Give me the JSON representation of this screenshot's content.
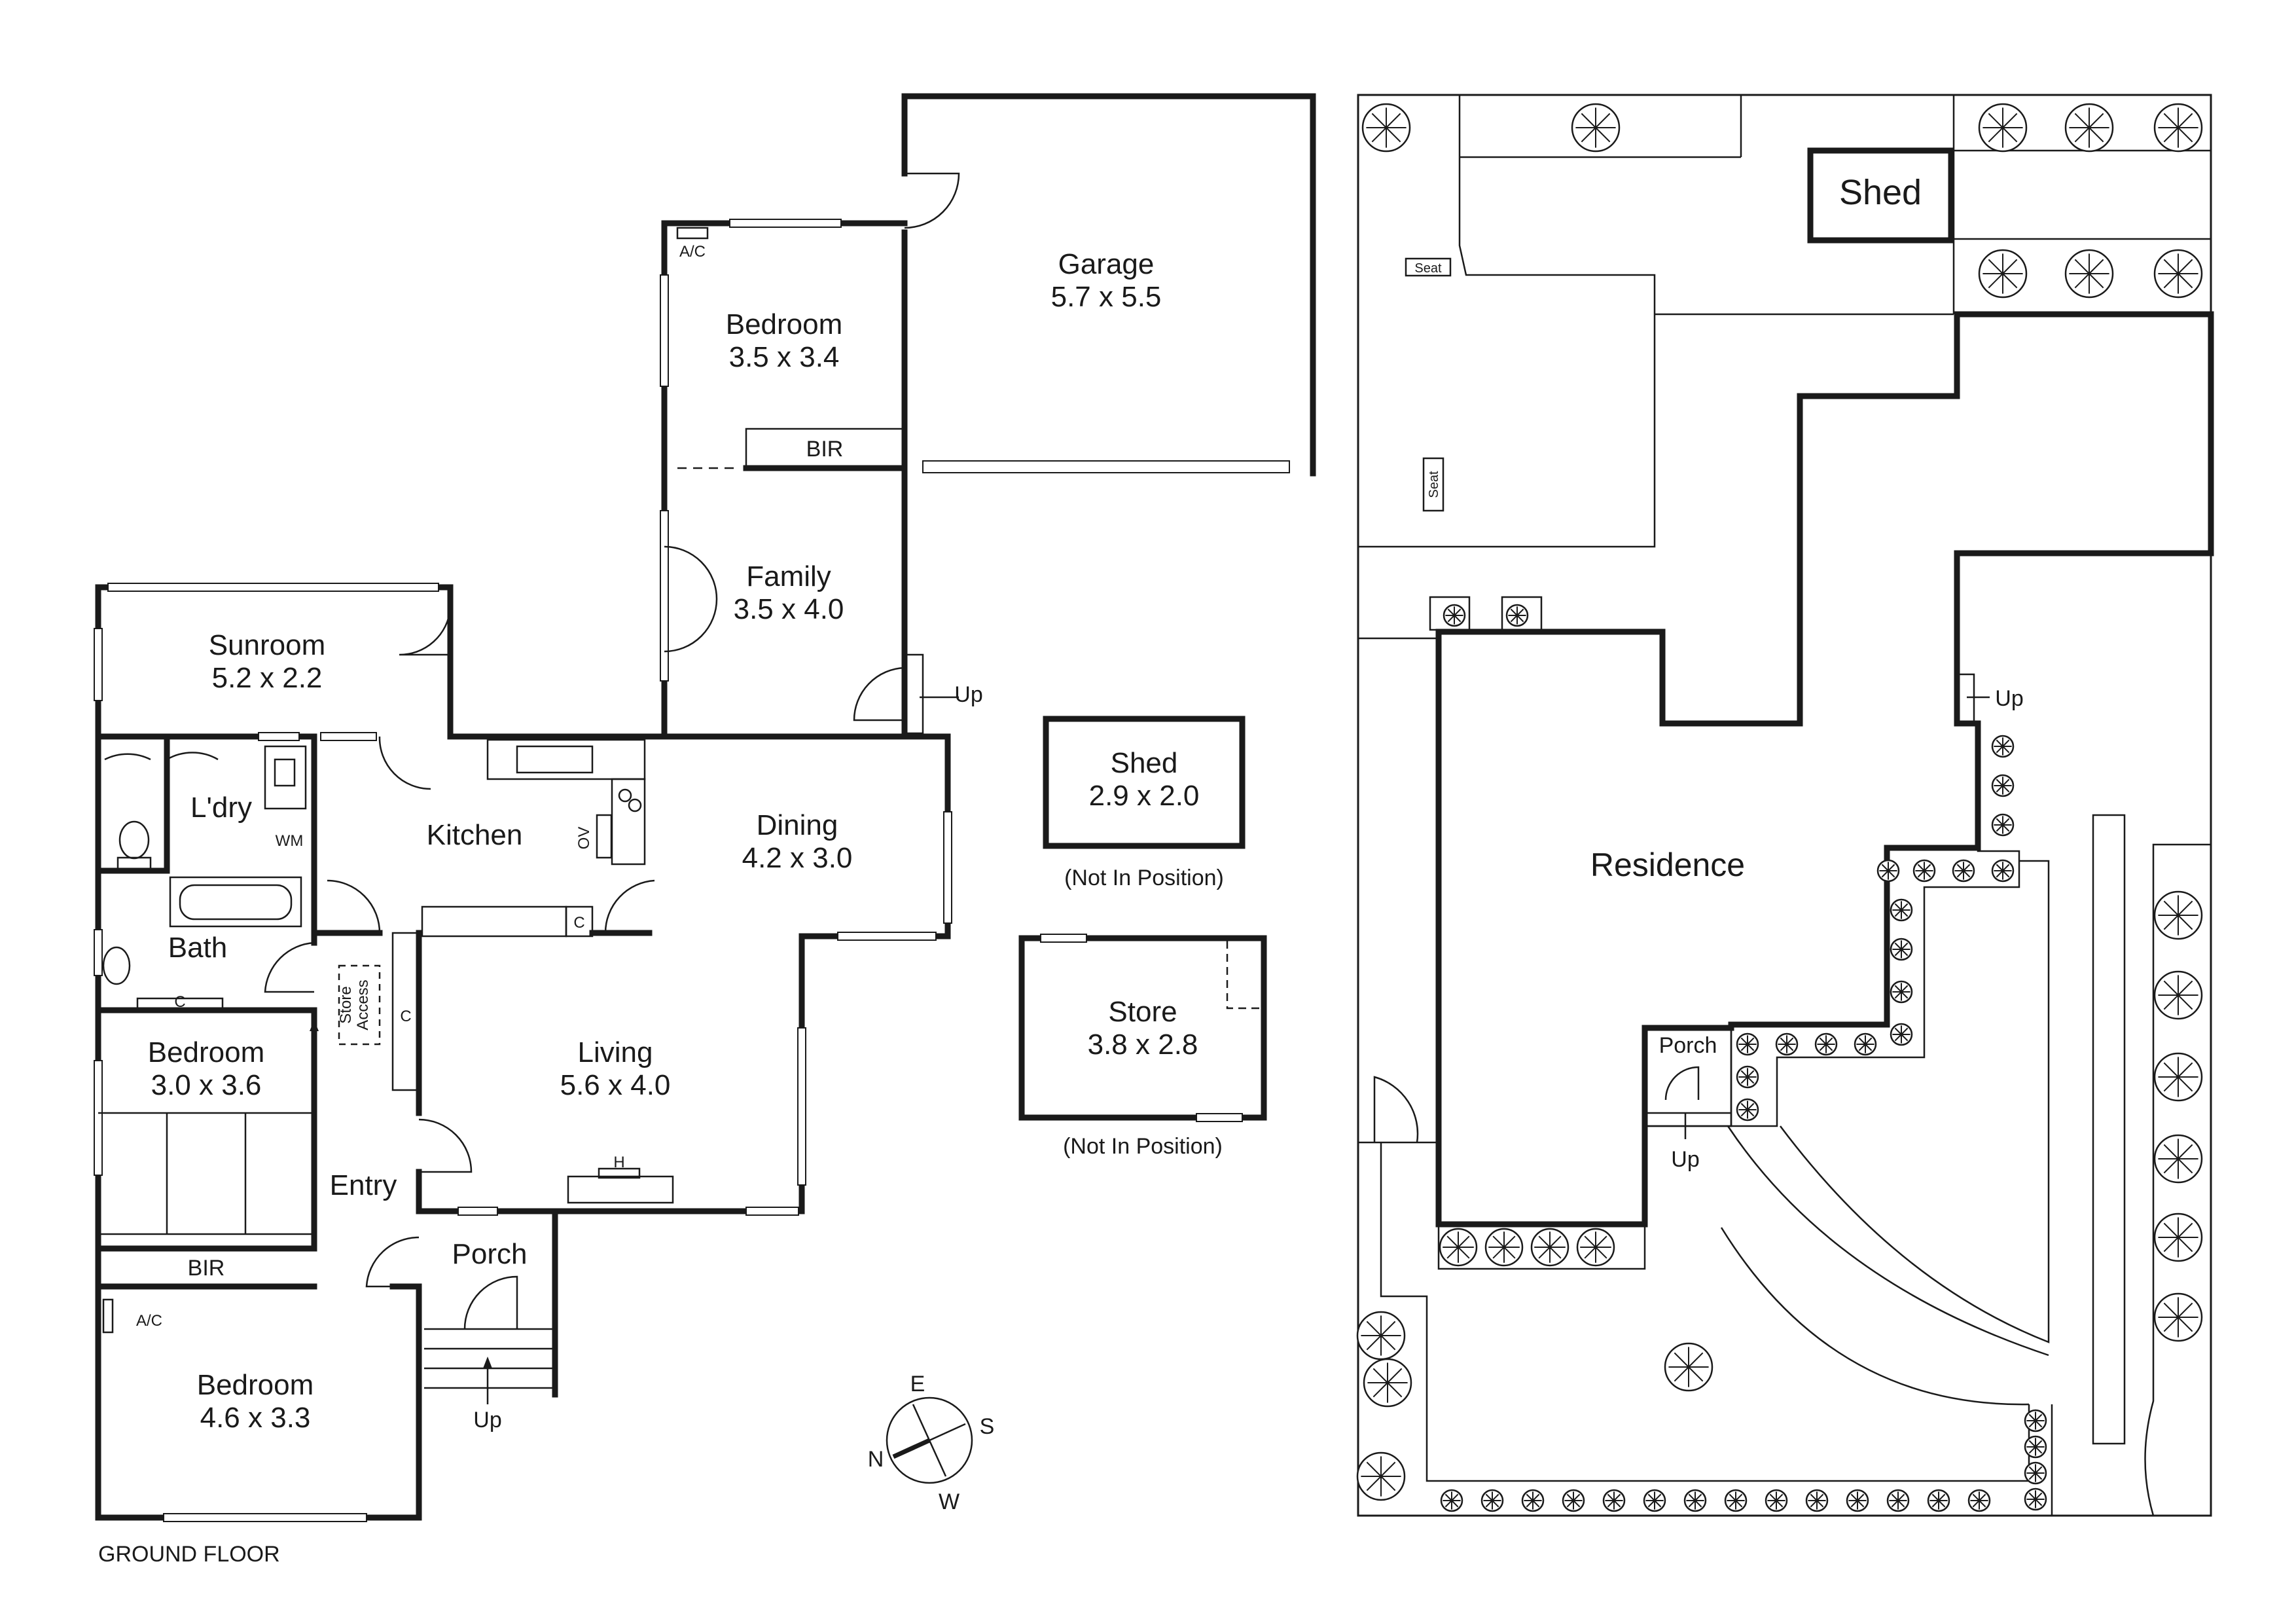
{
  "floor_label": "GROUND FLOOR",
  "rooms": {
    "garage": {
      "name": "Garage",
      "size": "5.7 x 5.5"
    },
    "bedroom1": {
      "name": "Bedroom",
      "size": "3.5 x 3.4"
    },
    "family": {
      "name": "Family",
      "size": "3.5 x 4.0"
    },
    "sunroom": {
      "name": "Sunroom",
      "size": "5.2 x 2.2"
    },
    "ldry": {
      "name": "L'dry"
    },
    "kitchen": {
      "name": "Kitchen"
    },
    "dining": {
      "name": "Dining",
      "size": "4.2 x 3.0"
    },
    "bath": {
      "name": "Bath"
    },
    "bedroom2": {
      "name": "Bedroom",
      "size": "3.0 x 3.6"
    },
    "living": {
      "name": "Living",
      "size": "5.6 x 4.0"
    },
    "entry": {
      "name": "Entry"
    },
    "porch": {
      "name": "Porch"
    },
    "bedroom3": {
      "name": "Bedroom",
      "size": "4.6 x 3.3"
    },
    "shed": {
      "name": "Shed",
      "size": "2.9 x 2.0",
      "note": "(Not In Position)"
    },
    "store": {
      "name": "Store",
      "size": "3.8 x 2.8",
      "note": "(Not In Position)"
    }
  },
  "labels": {
    "bir": "BIR",
    "ac": "A/C",
    "wm": "WM",
    "ov": "OV",
    "c": "C",
    "h": "H",
    "up": "Up",
    "store_access_1": "Store",
    "store_access_2": "Access"
  },
  "compass": {
    "e": "E",
    "s": "S",
    "w": "W",
    "n": "N"
  },
  "site": {
    "shed": "Shed",
    "residence": "Residence",
    "porch": "Porch",
    "seat": "Seat",
    "up": "Up"
  }
}
